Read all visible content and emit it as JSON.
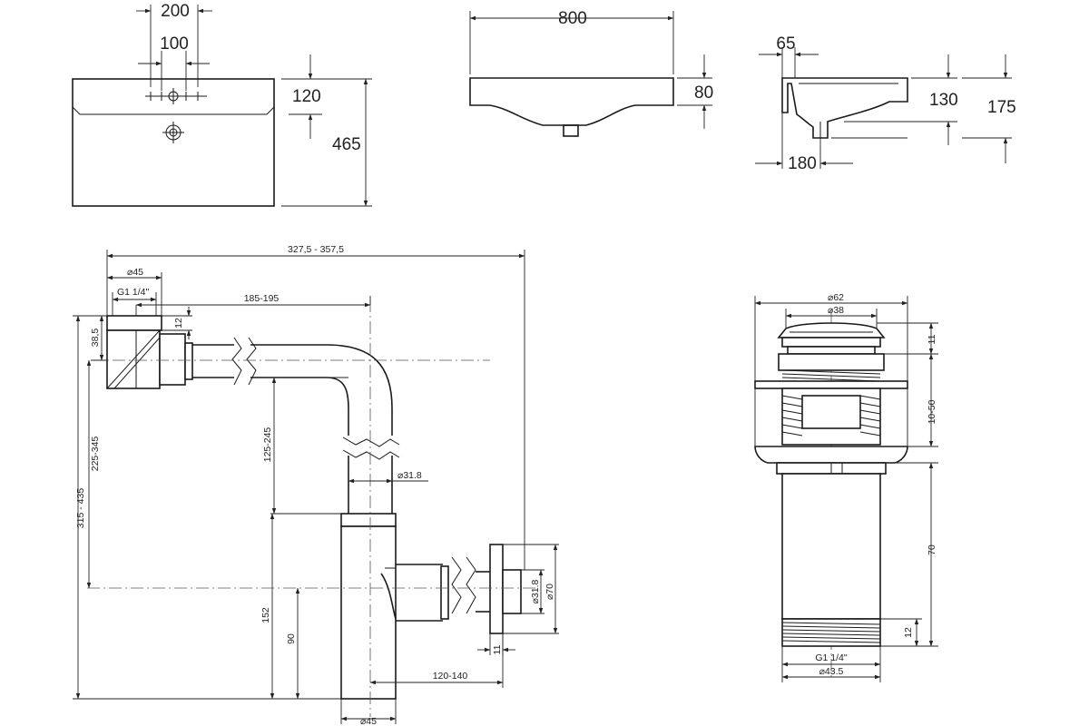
{
  "basin": {
    "top_view": {
      "dim_tap_spread": "200",
      "dim_tap_holes": "100",
      "dim_hole_offset": "120",
      "dim_depth": "465"
    },
    "front_view": {
      "dim_width": "800",
      "dim_height": "80"
    },
    "side_view": {
      "dim_rim": "65",
      "dim_bowl_depth": "130",
      "dim_total_height": "175",
      "dim_drain_offset": "180"
    }
  },
  "siphon": {
    "dim_total_length": "327,5 - 357,5",
    "dim_inlet_dia": "⌀45",
    "dim_thread": "G1 1/4\"",
    "dim_horizontal": "185-195",
    "dim_nut_height": "12",
    "dim_elbow_height": "38,5",
    "dim_outer_height": "315 - 435",
    "dim_inlet_drop": "225-345",
    "dim_vertical": "125-245",
    "dim_pipe_dia": "⌀31.8",
    "dim_outlet_height": "152",
    "dim_outlet_center": "90",
    "dim_outlet_pipe_dia": "⌀31.8",
    "dim_flange_dia": "⌀70",
    "dim_flange_thickness": "11",
    "dim_outlet_length": "120-140",
    "dim_bottom_dia": "⌀45"
  },
  "drain_valve": {
    "dim_flange_dia": "⌀62",
    "dim_cap_dia": "⌀38",
    "dim_cap_height": "11",
    "dim_thread_range": "10-50",
    "dim_body_length": "70",
    "dim_bottom_thread_height": "12",
    "dim_thread": "G1 1/4\"",
    "dim_bottom_dia": "⌀43.5"
  }
}
